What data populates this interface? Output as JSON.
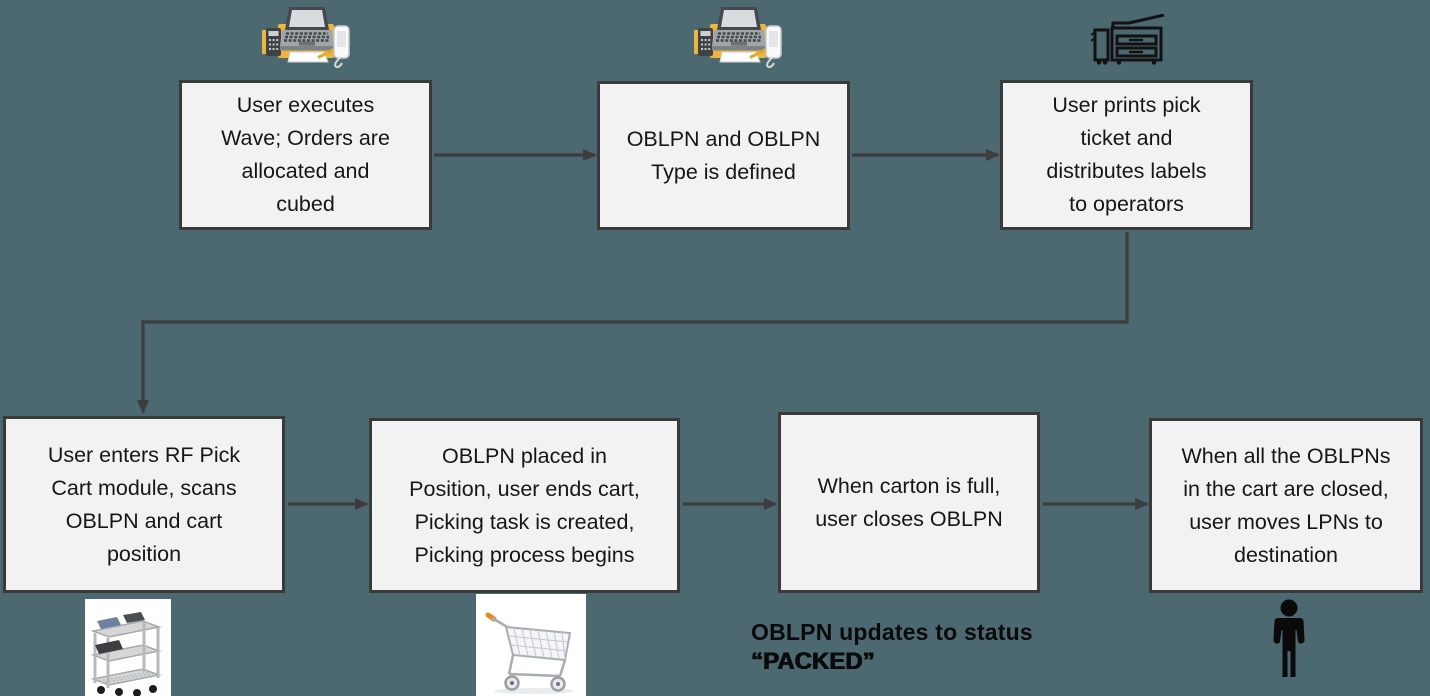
{
  "colors": {
    "background": "#4c6870",
    "box_fill": "#f2f2f2",
    "box_border": "#3a3a3a",
    "connector": "#3d3d3d",
    "text": "#161616",
    "note_text": "#0a0a0a",
    "accent_yellow": "#edb53a",
    "accent_orange": "#ea8a1e"
  },
  "diagram": {
    "top_row": [
      {
        "label": "User executes\nWave; Orders are\nallocated and\ncubed",
        "icon": "workstation-icon"
      },
      {
        "label": "OBLPN and OBLPN\nType is defined",
        "icon": "workstation-icon"
      },
      {
        "label": "User prints pick\nticket and\ndistributes labels\nto operators",
        "icon": "copier-icon"
      }
    ],
    "bottom_row": [
      {
        "label": "User enters RF Pick\nCart module, scans\nOBLPN and cart\nposition",
        "icon": "pick-cart-image"
      },
      {
        "label": "OBLPN placed in\nPosition, user ends cart,\nPicking task is created,\nPicking process begins",
        "icon": "shopping-cart-image"
      },
      {
        "label": "When carton is full,\nuser closes OBLPN",
        "icon": "none"
      },
      {
        "label": "When all the OBLPNs\nin the cart are closed,\nuser moves LPNs to\ndestination",
        "icon": "person-icon"
      }
    ],
    "status_note": {
      "line1": "OBLPN updates to status",
      "line2": "“PACKED”"
    }
  }
}
